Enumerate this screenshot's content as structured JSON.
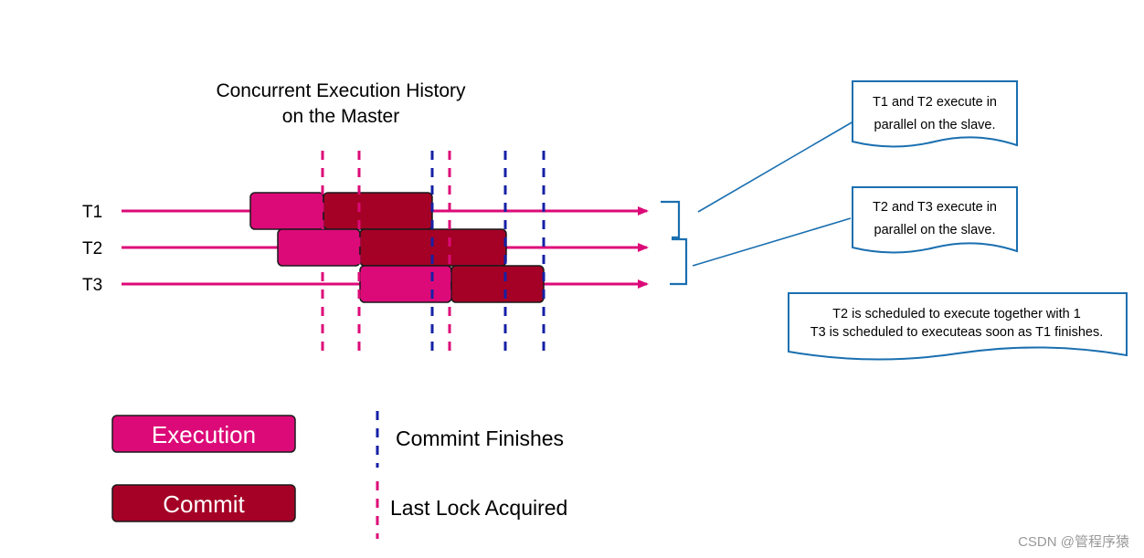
{
  "title": [
    "Concurrent Execution History",
    "on the Master"
  ],
  "colors": {
    "execution": "#DC0A78",
    "commit": "#A50026",
    "arrow": "#DC0A78",
    "commit_finishes_line": "#1520A6",
    "last_lock_line": "#DC0A78",
    "note_border": "#1A6FB0",
    "outline": "#1a1a1a"
  },
  "transactions": [
    {
      "label": "T1"
    },
    {
      "label": "T2"
    },
    {
      "label": "T3"
    }
  ],
  "notes": [
    {
      "lines": [
        "T1 and T2 execute in",
        "parallel on the slave."
      ]
    },
    {
      "lines": [
        "T2 and T3 execute in",
        "parallel on the slave."
      ]
    },
    {
      "lines": [
        "T2 is scheduled to execute together with 1",
        "T3 is scheduled to executeas soon as T1 finishes."
      ]
    }
  ],
  "legend": {
    "execution": "Execution",
    "commit": "Commit",
    "commit_finishes": "Commint Finishes",
    "last_lock_acquired": "Last Lock Acquired"
  },
  "watermark": "CSDN @管程序猿"
}
